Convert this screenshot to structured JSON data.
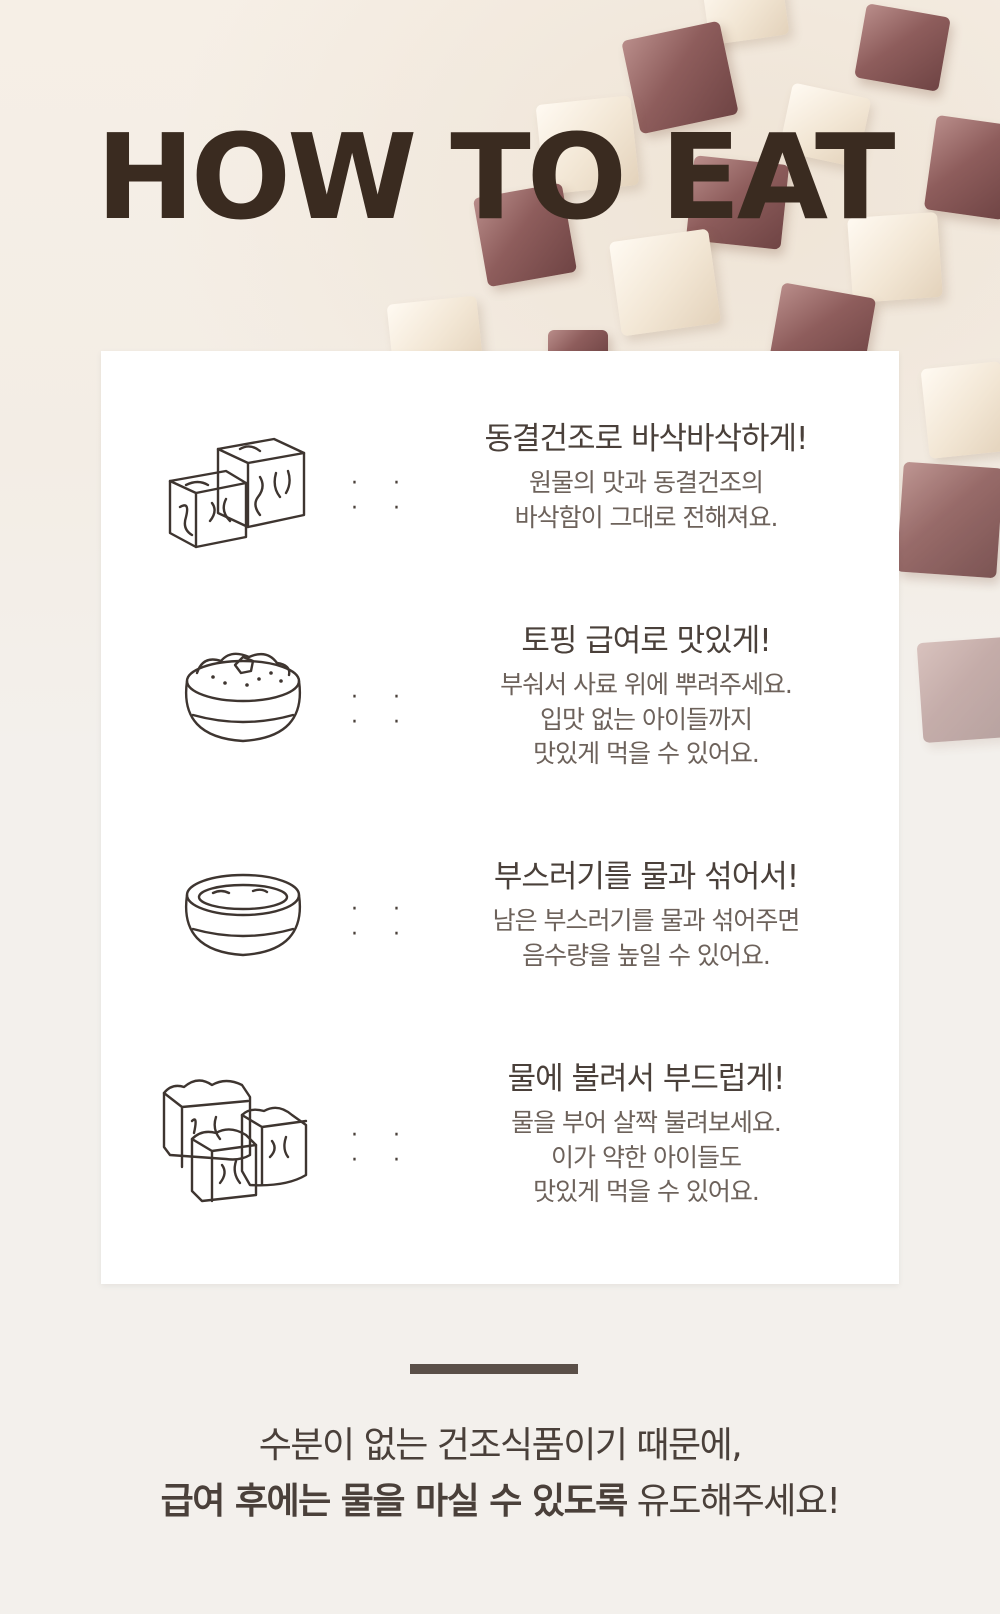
{
  "title": "HOW TO EAT",
  "steps": [
    {
      "icon": "two-cubes-icon",
      "heading": "동결건조로 바삭바삭하게!",
      "lines": [
        "원물의 맛과 동결건조의",
        "바삭함이 그대로 전해져요."
      ]
    },
    {
      "icon": "bowl-with-food-icon",
      "heading": "토핑 급여로 맛있게!",
      "lines": [
        "부숴서 사료 위에 뿌려주세요.",
        "입맛 없는 아이들까지",
        "맛있게 먹을 수 있어요."
      ]
    },
    {
      "icon": "bowl-with-water-icon",
      "heading": "부스러기를 물과 섞어서!",
      "lines": [
        "남은 부스러기를 물과 섞어주면",
        "음수량을 높일 수 있어요."
      ]
    },
    {
      "icon": "soaked-cubes-icon",
      "heading": "물에 불려서 부드럽게!",
      "lines": [
        "물을 부어 살짝 불려보세요.",
        "이가 약한 아이들도",
        "맛있게 먹을 수 있어요."
      ]
    }
  ],
  "dots": "· · · ·",
  "footer": {
    "line1": "수분이 없는 건조식품이기 때문에,",
    "line2_bold": "급여 후에는 물을 마실 수 있도록",
    "line2_rest": " 유도해주세요!"
  }
}
